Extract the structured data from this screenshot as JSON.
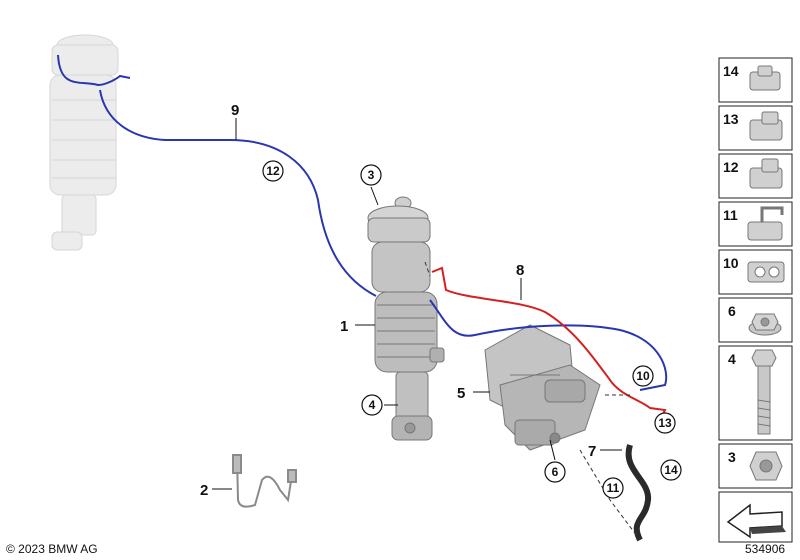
{
  "callouts": {
    "c1": "1",
    "c2": "2",
    "c3": "3",
    "c4": "4",
    "c5": "5",
    "c6": "6",
    "c7": "7",
    "c8": "8",
    "c9": "9",
    "c10": "10",
    "c11": "11",
    "c12": "12",
    "c13": "13",
    "c14": "14"
  },
  "legend": [
    {
      "number": "14",
      "icon": "clip-icon"
    },
    {
      "number": "13",
      "icon": "clip-icon"
    },
    {
      "number": "12",
      "icon": "clip-icon"
    },
    {
      "number": "11",
      "icon": "bracket-clip-icon"
    },
    {
      "number": "10",
      "icon": "clip-icon"
    },
    {
      "number": "6",
      "icon": "collar-nut-icon"
    },
    {
      "number": "4",
      "icon": "hex-bolt-icon"
    },
    {
      "number": "3",
      "icon": "hex-nut-icon"
    },
    {
      "number": "",
      "icon": "arrow-icon"
    }
  ],
  "copyright": "© 2023 BMW AG",
  "diagram_number": "534906",
  "colors": {
    "air_line_blue": "#2a36b0",
    "air_line_red": "#d42020",
    "part_gray": "#b8b8b8",
    "ghost_gray": "#e8e8e8"
  }
}
